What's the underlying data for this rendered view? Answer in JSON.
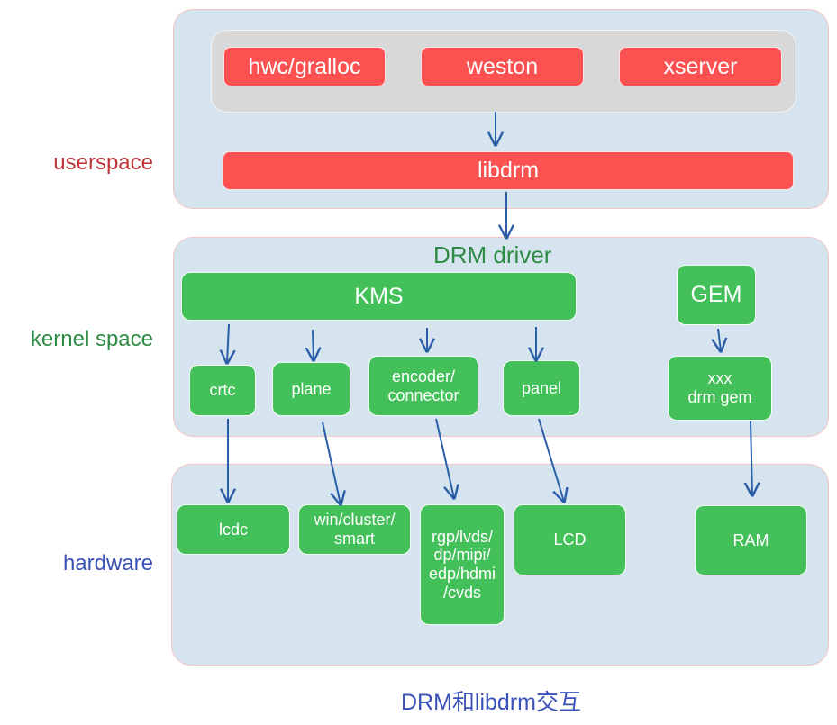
{
  "layers": {
    "userspace": {
      "label": "userspace",
      "color": "#c0343a",
      "clients": [
        "hwc/gralloc",
        "weston",
        "xserver"
      ],
      "library": "libdrm"
    },
    "kernel": {
      "label": "kernel space",
      "color": "#2e8b45",
      "title": "DRM driver",
      "kms": "KMS",
      "gem": "GEM",
      "kms_components": [
        "crtc",
        "plane",
        "encoder/\nconnector",
        "panel"
      ],
      "gem_component": "xxx\ndrm gem"
    },
    "hardware": {
      "label": "hardware",
      "color": "#3a51b8",
      "components": [
        "lcdc",
        "win/cluster/\nsmart",
        "rgp/lvds/\ndp/mipi/\nedp/hdmi\n/cvds",
        "LCD",
        "RAM"
      ]
    }
  },
  "caption": "DRM和libdrm交互",
  "colors": {
    "layer_bg": "#d5e4ee",
    "userspace_box": "#fb5151",
    "kernel_box": "#43c059",
    "arrow": "#2a5ea8"
  }
}
